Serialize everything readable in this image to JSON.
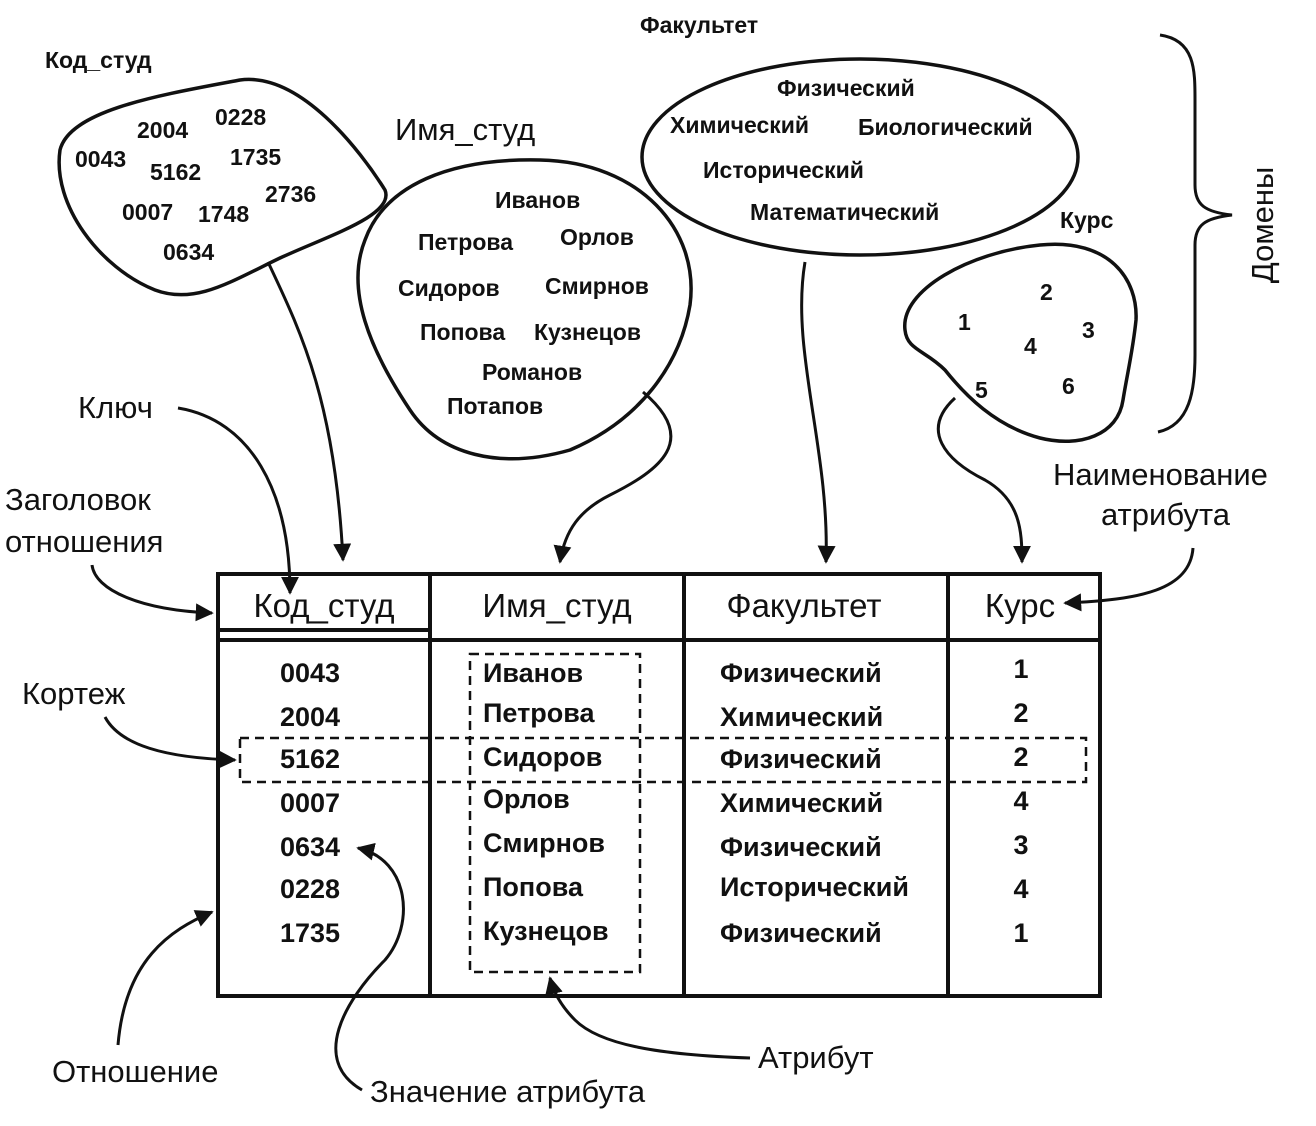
{
  "domains": {
    "kod": {
      "title": "Код_студ",
      "values": [
        "2004",
        "0228",
        "0043",
        "5162",
        "1735",
        "2736",
        "0007",
        "1748",
        "0634"
      ]
    },
    "imya": {
      "title": "Имя_студ",
      "values": [
        "Иванов",
        "Петрова",
        "Орлов",
        "Сидоров",
        "Смирнов",
        "Попова",
        "Кузнецов",
        "Романов",
        "Потапов"
      ]
    },
    "fakultet": {
      "title": "Факультет",
      "values": [
        "Физический",
        "Химический",
        "Биологический",
        "Исторический",
        "Математический"
      ]
    },
    "kurs": {
      "title": "Курс",
      "values": [
        "2",
        "1",
        "3",
        "4",
        "5",
        "6"
      ]
    }
  },
  "labels": {
    "domains_brace": "Домены",
    "key": "Ключ",
    "header_line1": "Заголовок",
    "header_line2": "отношения",
    "attr_name_line1": "Наименование",
    "attr_name_line2": "атрибута",
    "tuple": "Кортеж",
    "relation": "Отношение",
    "attr_value": "Значение атрибута",
    "attribute": "Атрибут"
  },
  "table": {
    "headers": [
      "Код_студ",
      "Имя_студ",
      "Факультет",
      "Курс"
    ],
    "rows": [
      [
        "0043",
        "Иванов",
        "Физический",
        "1"
      ],
      [
        "2004",
        "Петрова",
        "Химический",
        "2"
      ],
      [
        "5162",
        "Сидоров",
        "Физический",
        "2"
      ],
      [
        "0007",
        "Орлов",
        "Химический",
        "4"
      ],
      [
        "0634",
        "Смирнов",
        "Физический",
        "3"
      ],
      [
        "0228",
        "Попова",
        "Исторический",
        "4"
      ],
      [
        "1735",
        "Кузнецов",
        "Физический",
        "1"
      ]
    ]
  }
}
